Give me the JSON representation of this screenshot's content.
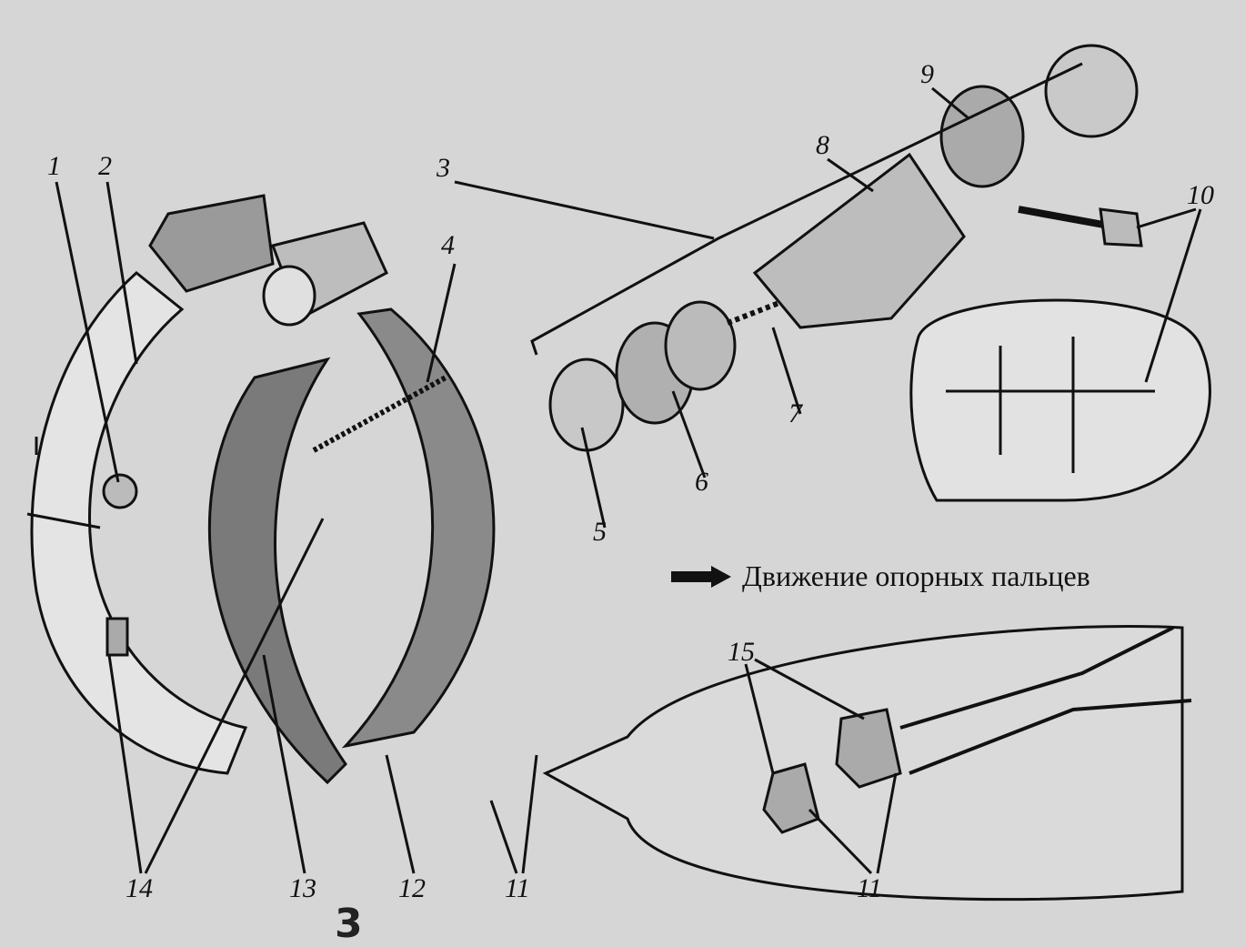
{
  "labels": {
    "l1": "1",
    "l2": "2",
    "l3": "3",
    "l4": "4",
    "l5": "5",
    "l6": "6",
    "l7": "7",
    "l8": "8",
    "l9": "9",
    "l10": "10",
    "l11a": "11",
    "l11b": "11",
    "l12": "12",
    "l13": "13",
    "l14": "14",
    "l15": "15"
  },
  "legend": {
    "text": "Движение опорных пальцев",
    "icon": "arrow-right-icon"
  },
  "handwritten": "3",
  "colors": {
    "background": "#d6d6d6",
    "shoe": "#7a7a7a",
    "ink": "#111111"
  }
}
